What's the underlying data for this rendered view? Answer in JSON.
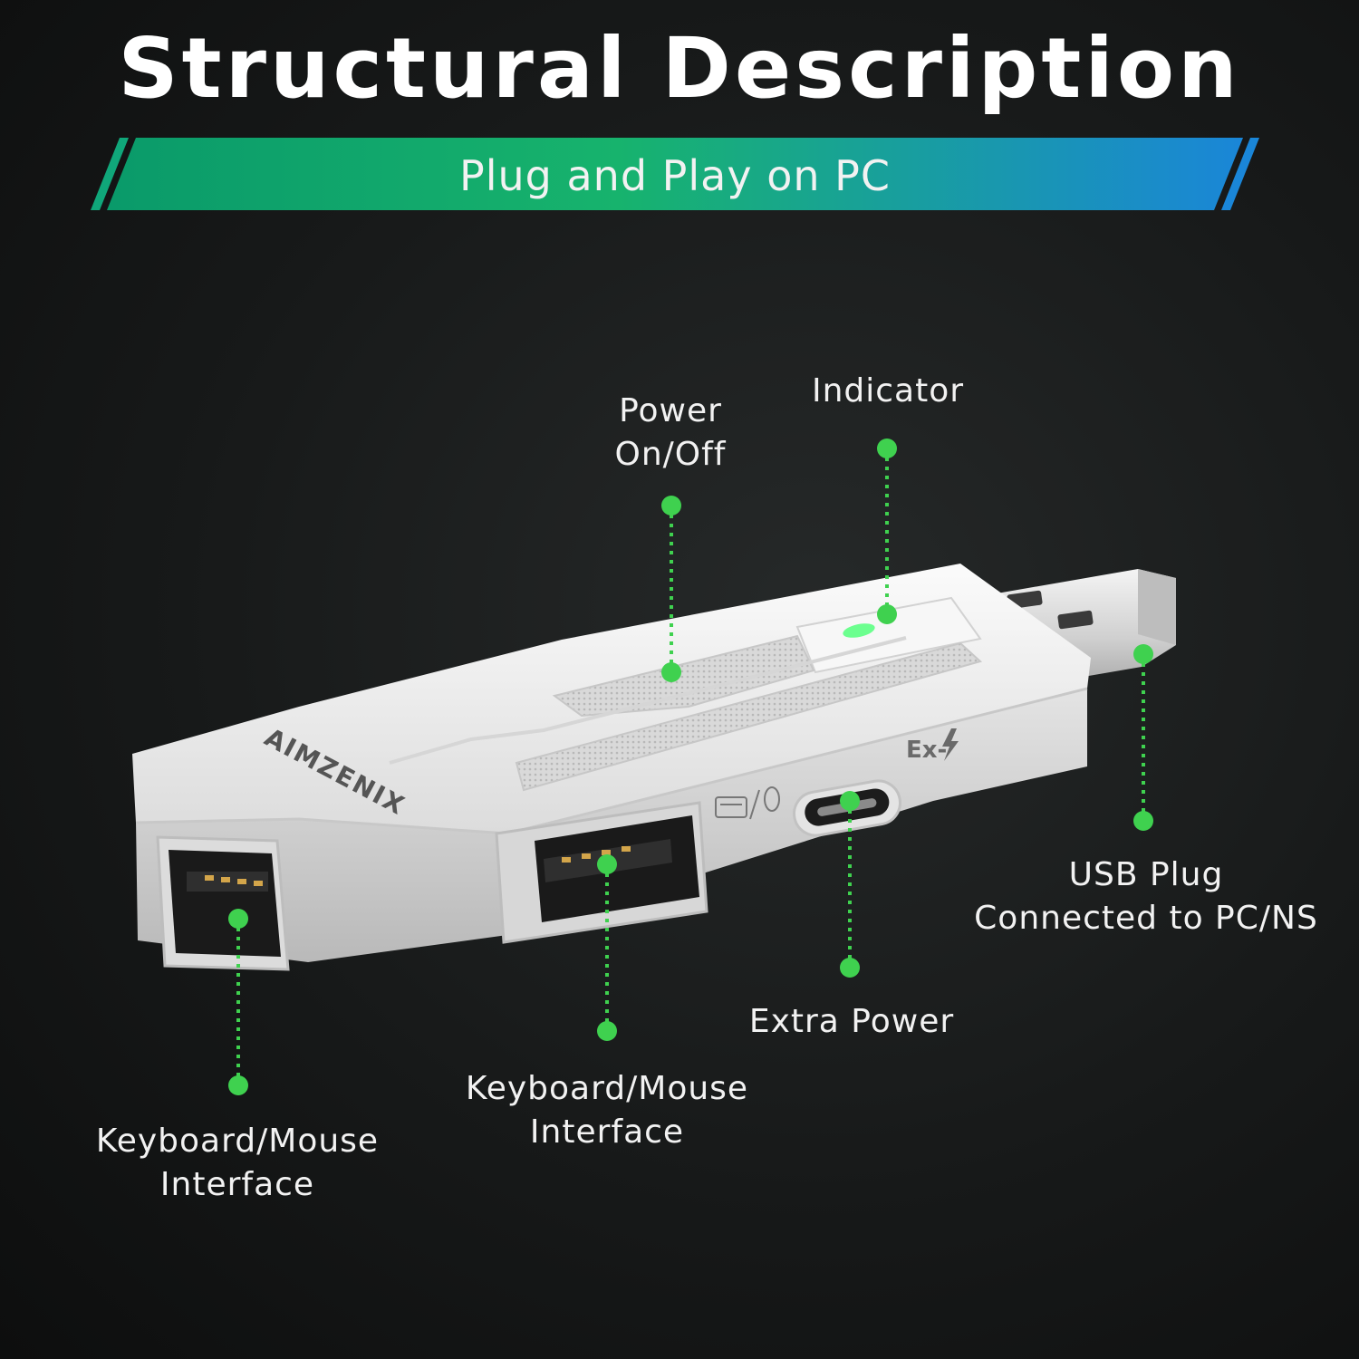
{
  "title": "Structural Description",
  "banner": {
    "text": "Plug and Play on PC"
  },
  "device": {
    "brand": "AIMZENIX",
    "port_mark": "Ex-"
  },
  "callouts": {
    "power": {
      "line1": "Power",
      "line2": "On/Off"
    },
    "indicator": {
      "line1": "Indicator"
    },
    "usb_plug": {
      "line1": "USB Plug",
      "line2": "Connected to PC/NS"
    },
    "extra_power": {
      "line1": "Extra Power"
    },
    "kbm_center": {
      "line1": "Keyboard/Mouse",
      "line2": "Interface"
    },
    "kbm_left": {
      "line1": "Keyboard/Mouse",
      "line2": "Interface"
    }
  },
  "colors": {
    "accent_green": "#3fd14f",
    "banner_start": "#0a9a6a",
    "banner_end": "#1a8fd6",
    "device_white": "#f1f1f1"
  }
}
